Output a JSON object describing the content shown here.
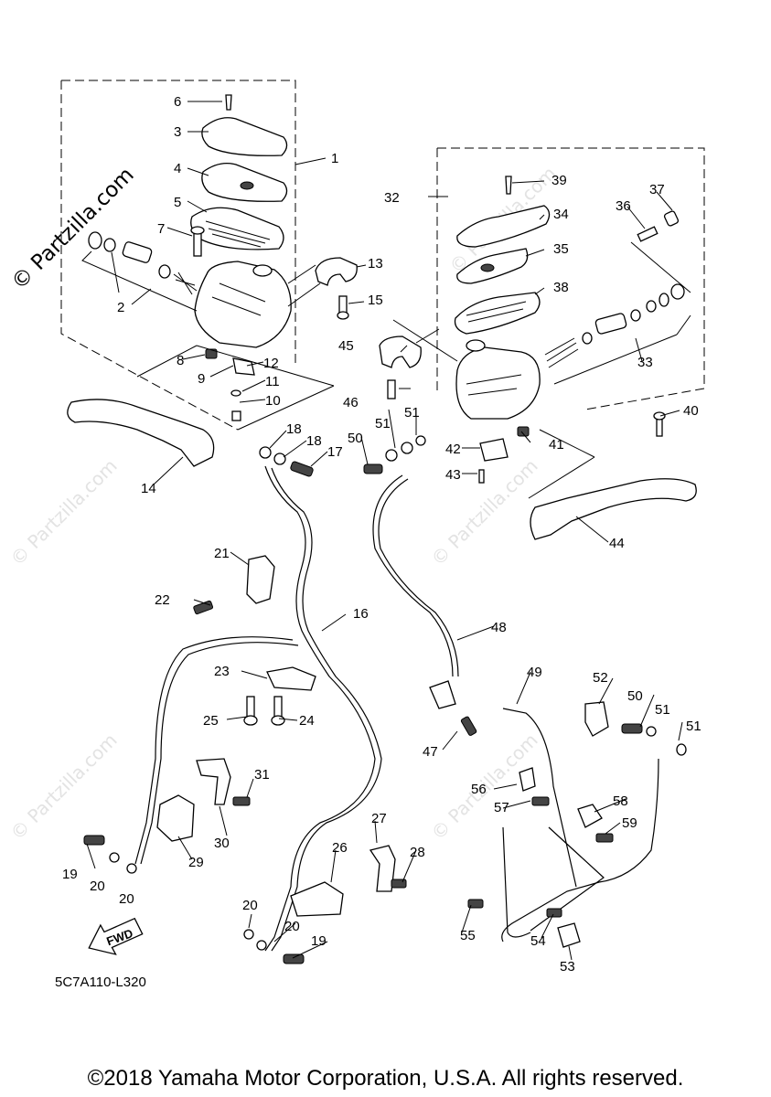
{
  "watermark": {
    "main": "© Partzilla.com",
    "faint": "© Partzilla.com"
  },
  "diagram_code": "5C7A110-L320",
  "fwd_label": "FWD",
  "copyright": "©2018 Yamaha Motor Corporation, U.S.A. All rights reserved.",
  "labels": {
    "n1": "1",
    "n2": "2",
    "n3": "3",
    "n4": "4",
    "n5": "5",
    "n6": "6",
    "n7": "7",
    "n8": "8",
    "n9": "9",
    "n10": "10",
    "n11": "11",
    "n12": "12",
    "n13": "13",
    "n14": "14",
    "n15": "15",
    "n16": "16",
    "n17": "17",
    "n18a": "18",
    "n18b": "18",
    "n19a": "19",
    "n19b": "19",
    "n20a": "20",
    "n20b": "20",
    "n20c": "20",
    "n20d": "20",
    "n21": "21",
    "n22": "22",
    "n23": "23",
    "n24": "24",
    "n25": "25",
    "n26": "26",
    "n27": "27",
    "n28": "28",
    "n29": "29",
    "n30": "30",
    "n31": "31",
    "n32": "32",
    "n33": "33",
    "n34": "34",
    "n35": "35",
    "n36": "36",
    "n37": "37",
    "n38": "38",
    "n39": "39",
    "n40": "40",
    "n41": "41",
    "n42": "42",
    "n43": "43",
    "n44": "44",
    "n45": "45",
    "n46": "46",
    "n47": "47",
    "n48": "48",
    "n49": "49",
    "n50a": "50",
    "n50b": "50",
    "n51a": "51",
    "n51b": "51",
    "n51c": "51",
    "n51d": "51",
    "n52": "52",
    "n53": "53",
    "n54": "54",
    "n55": "55",
    "n56": "56",
    "n57": "57",
    "n58": "58",
    "n59": "59"
  }
}
